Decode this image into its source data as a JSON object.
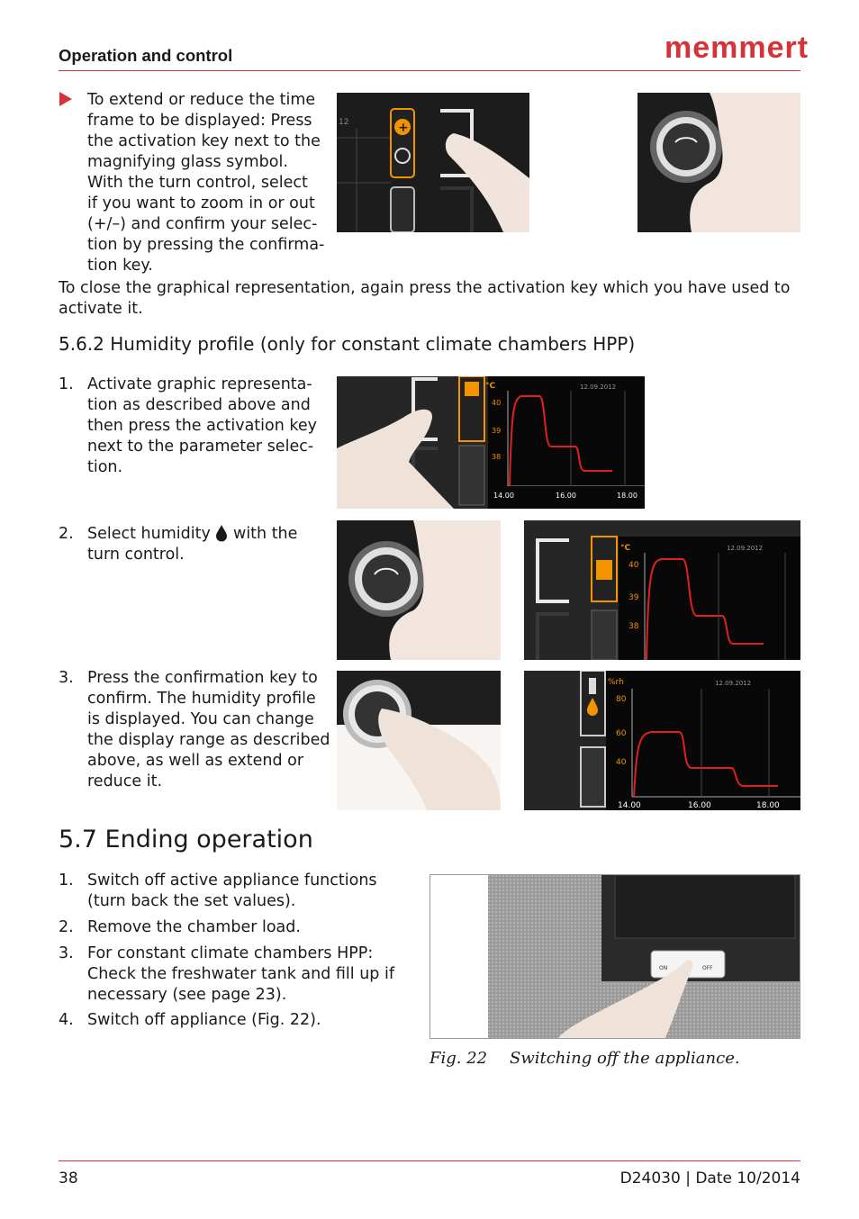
{
  "header": {
    "section": "Operation and control",
    "brand": "memmert"
  },
  "zoom_block": {
    "bullet_text": "To extend or reduce the time\nframe to be displayed: Press\nthe activation key next to the\nmagnifying glass symbol.\nWith the turn control, select\nif you want to zoom in or out\n(+/–) and confirm your selec-\ntion by pressing the confirma-\ntion key.",
    "close_text": "To close the graphical representation, again press the activation key which you have used to activate it."
  },
  "section_562": {
    "title": "5.6.2  Humidity profile (only for constant climate chambers HPP)"
  },
  "steps_562": [
    {
      "num": "1.",
      "text": "Activate graphic representa-\ntion as described above and\nthen press the activation key\nnext to the parameter selec-\ntion."
    },
    {
      "num": "2.",
      "text_before": "Select humidity",
      "text_after": "with the",
      "text_line2": "turn control."
    },
    {
      "num": "3.",
      "text": "Press the confirmation key to\nconfirm. The humidity profile\nis displayed. You can change\nthe display range as described\nabove, as well as extend or\nreduce it."
    }
  ],
  "charts": {
    "temp_chart_1": {
      "unit": "°C",
      "date": "12.09.2012",
      "y_ticks": [
        "40",
        "39",
        "38"
      ],
      "x_ticks": [
        "14.00",
        "16.00",
        "18.00"
      ]
    },
    "temp_chart_2": {
      "unit": "°C",
      "date": "12.09.2012",
      "y_ticks": [
        "40",
        "39",
        "38"
      ]
    },
    "humidity_chart": {
      "unit": "%rh",
      "date": "12.09.2012",
      "y_ticks": [
        "80",
        "60",
        "40"
      ],
      "x_ticks": [
        "14.00",
        "16.00",
        "18.00"
      ]
    },
    "screen_partial_label": "12"
  },
  "section_57": {
    "title": "5.7    Ending operation"
  },
  "steps_57": [
    {
      "num": "1.",
      "text": "Switch off active appliance functions\n(turn back the set values)."
    },
    {
      "num": "2.",
      "text": "Remove the chamber load."
    },
    {
      "num": "3.",
      "text": "For constant climate chambers HPP:\nCheck the freshwater tank and fill up if\nnecessary (see page 23)."
    },
    {
      "num": "4.",
      "text": "Switch off appliance (Fig. 22)."
    }
  ],
  "appliance_photo": {
    "on_label": "ON",
    "off_label": "OFF"
  },
  "figure": {
    "number": "Fig. 22",
    "caption": "Switching off the appliance."
  },
  "footer": {
    "page": "38",
    "doc": "D24030 | Date 10/2014"
  },
  "colors": {
    "accent": "#d6323a",
    "orange": "#f29400",
    "chart_line": "#e02020"
  }
}
